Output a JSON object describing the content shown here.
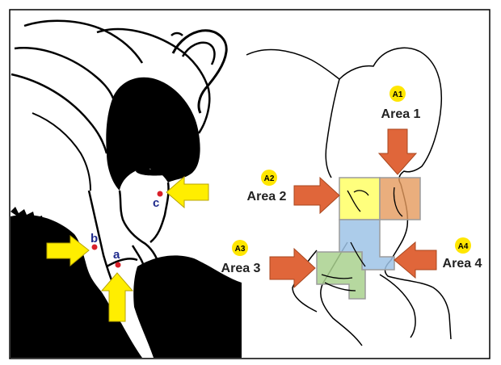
{
  "left_panel": {
    "points": [
      {
        "id": "a",
        "label": "a"
      },
      {
        "id": "b",
        "label": "b"
      },
      {
        "id": "c",
        "label": "c"
      }
    ],
    "point_color": "#d9202a",
    "label_color": "#1f2a8c",
    "arrow_color": "#ffee00"
  },
  "right_panel": {
    "areas": [
      {
        "badge": "A1",
        "label": "Area 1",
        "color": "#e59a5c"
      },
      {
        "badge": "A2",
        "label": "Area 2",
        "color": "#ffff66"
      },
      {
        "badge": "A3",
        "label": "Area 3",
        "color": "#a9d18e"
      },
      {
        "badge": "A4",
        "label": "Area 4",
        "color": "#9dc3e6"
      }
    ],
    "badge_color": "#ffe600",
    "arrow_color": "#e0663a"
  }
}
